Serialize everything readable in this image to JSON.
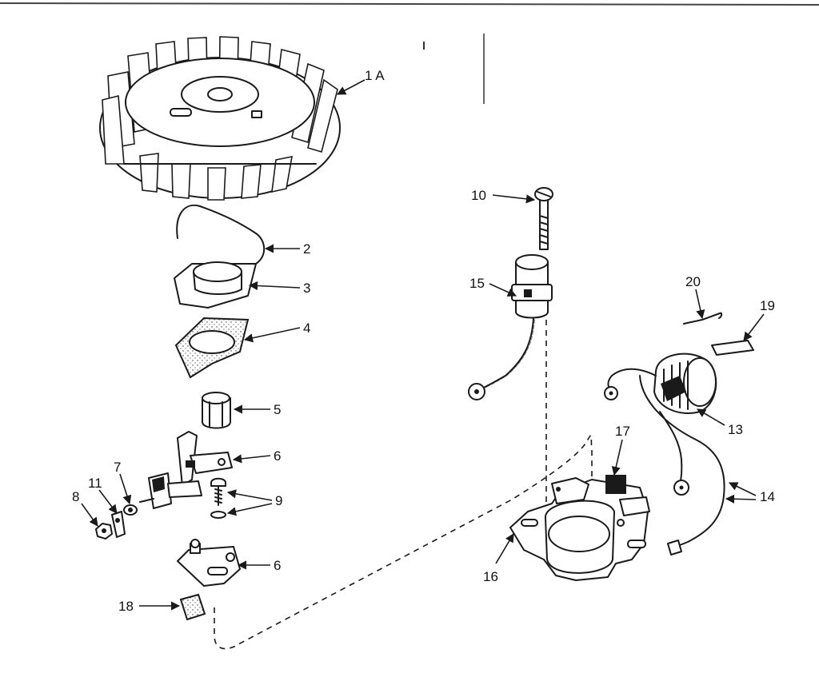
{
  "labels": {
    "l1a": "1 A",
    "l2": "2",
    "l3": "3",
    "l4": "4",
    "l5": "5",
    "l6a": "6",
    "l6b": "6",
    "l7": "7",
    "l8": "8",
    "l9": "9",
    "l10": "10",
    "l11": "11",
    "l13": "13",
    "l14": "14",
    "l15": "15",
    "l16": "16",
    "l17": "17",
    "l18": "18",
    "l19": "19",
    "l20": "20"
  },
  "colors": {
    "ink": "#1a1a1a",
    "paper": "#ffffff"
  }
}
